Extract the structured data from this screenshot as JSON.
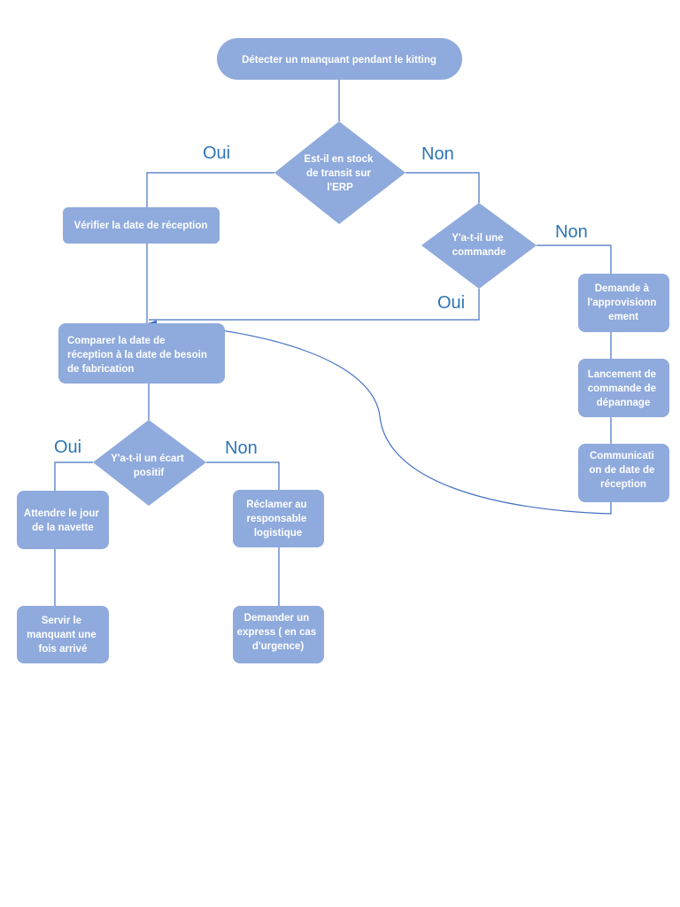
{
  "nodes": {
    "start": [
      "Détecter un manquant pendant le kitting"
    ],
    "q_stock": [
      "Est-il en stock",
      "de transit sur",
      "l'ERP"
    ],
    "verify_date": [
      "Vérifier la date de réception"
    ],
    "q_order": [
      "Y'a-t-il une",
      "commande"
    ],
    "compare": [
      "Comparer la date de",
      "réception à la date de besoin",
      "de fabrication"
    ],
    "supply_request": [
      "Demande à",
      "l'approvisionn",
      "ement"
    ],
    "emergency_order": [
      "Lancement de",
      "commande de",
      "dépannage"
    ],
    "communicate_date": [
      "Communicati",
      "on de date de",
      "réception"
    ],
    "q_gap": [
      "Y'a-t-il un écart",
      "positif"
    ],
    "wait_shuttle": [
      "Attendre le jour",
      "de la navette"
    ],
    "claim_logistics": [
      "Réclamer au",
      "responsable",
      "logistique"
    ],
    "serve_missing": [
      "Servir le",
      "manquant une",
      "fois arrivé"
    ],
    "request_express": [
      "Demander un",
      "express ( en cas",
      "d'urgence)"
    ]
  },
  "edge_labels": {
    "stock_yes": "Oui",
    "stock_no": "Non",
    "order_no": "Non",
    "order_yes": "Oui",
    "gap_yes": "Oui",
    "gap_no": "Non"
  },
  "colors": {
    "node_fill": "#8faadc",
    "node_text": "#ffffff",
    "edge": "#4472c4",
    "label": "#2e75b6"
  }
}
